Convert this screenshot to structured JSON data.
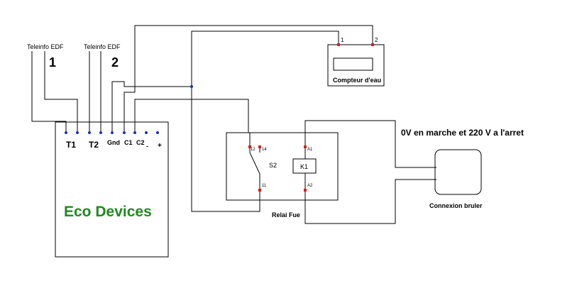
{
  "colors": {
    "wire": "#000000",
    "terminal_dot": "#1a2fb0",
    "relay_pin": "#d42020",
    "title_green": "#1f8a1f"
  },
  "teleinfo": {
    "label_1": "Teleinfo EDF",
    "num_1": "1",
    "label_2": "Teleinfo EDF",
    "num_2": "2"
  },
  "eco_devices": {
    "title": "Eco Devices",
    "pins": {
      "t1": "T1",
      "t2": "T2",
      "gnd": "Gnd",
      "c1": "C1",
      "c2": "C2",
      "c2_minus": "-",
      "plus": "+"
    }
  },
  "compteur": {
    "label": "Compteur d'eau",
    "pin_1": "1",
    "pin_2": "2"
  },
  "relai": {
    "label": "Relai Fue",
    "switch_label": "S2",
    "coil_label": "K1",
    "pin_12": "12",
    "pin_14": "14",
    "pin_11": "11",
    "pin_a1": "A1",
    "pin_a2": "A2"
  },
  "annotation": "0V en marche et 220 V a l'arret",
  "bruleur": {
    "label": "Connexion bruler"
  }
}
